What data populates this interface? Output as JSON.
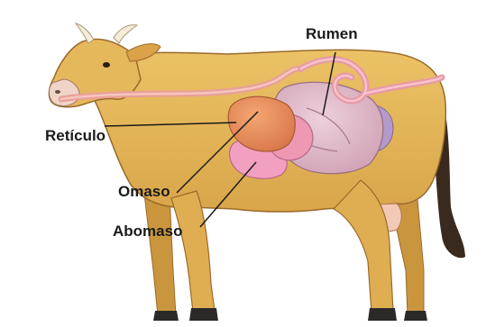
{
  "labels": {
    "rumen": "Rumen",
    "reticulo": "Retículo",
    "omaso": "Omaso",
    "abomaso": "Abomaso"
  },
  "colors": {
    "background": "#ffffff",
    "cow_body": "#e3b558",
    "cow_outline": "#9a6a2a",
    "esophagus": "#eaa39a",
    "rumen": "#dcb4c4",
    "reticulo": "#e98f5e",
    "omaso": "#ee98b4",
    "abomaso": "#f2a0c2",
    "intestine": "#b79acb",
    "label_text": "#1a1a1a",
    "leader_line": "#1a1a1a"
  }
}
